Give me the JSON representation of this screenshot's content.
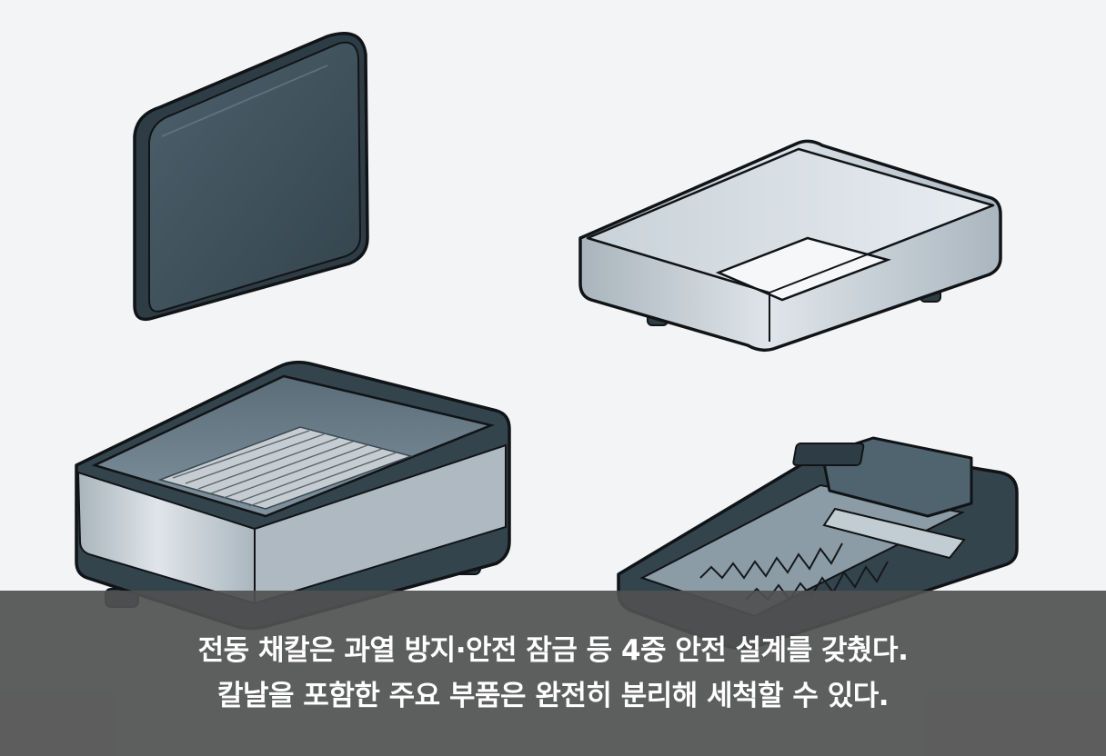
{
  "caption": {
    "line1": "전동 채칼은 과열 방지·안전 잠금 등 4중 안전 설계를 갖췄다.",
    "line2": "칼날을 포함한 주요 부품은 완전히 분리해 세척할 수 있다."
  },
  "colors": {
    "background": "#f3f4f6",
    "dark_panel": "#3f525c",
    "silver": "#b9c3cb",
    "outline": "#111417",
    "caption_band": "#505050"
  },
  "illustration": {
    "parts": [
      "lid-panel",
      "frame-tray",
      "container-box",
      "blade-plate"
    ]
  }
}
